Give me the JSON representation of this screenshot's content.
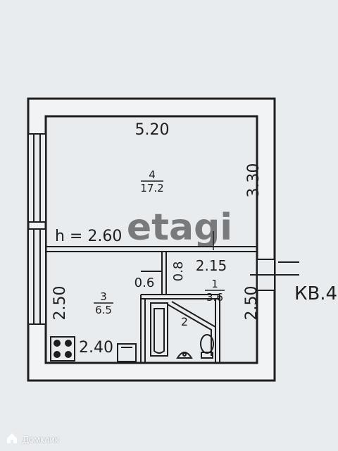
{
  "plan": {
    "dimensions": {
      "top_width": "5.20",
      "right_upper": "3.30",
      "height_note": "h = 2.60",
      "partition_width": "2.15",
      "left_lower": "2.50",
      "right_lower": "2.50",
      "bottom_width": "2.40",
      "closet_width": "0.6",
      "closet_depth": "0.8"
    },
    "rooms": [
      {
        "number": "4",
        "area": "17.2"
      },
      {
        "number": "3",
        "area": "6.5"
      },
      {
        "number": "1",
        "area": "3.6"
      },
      {
        "number": "2",
        "area": ""
      }
    ],
    "apartment_label": "КВ.4",
    "watermark": "etagi"
  },
  "footer": {
    "brand": "Домклик"
  },
  "colors": {
    "ink": "#1e1e1e",
    "paper": "#e9ecef",
    "watermark": "#ffffff"
  }
}
